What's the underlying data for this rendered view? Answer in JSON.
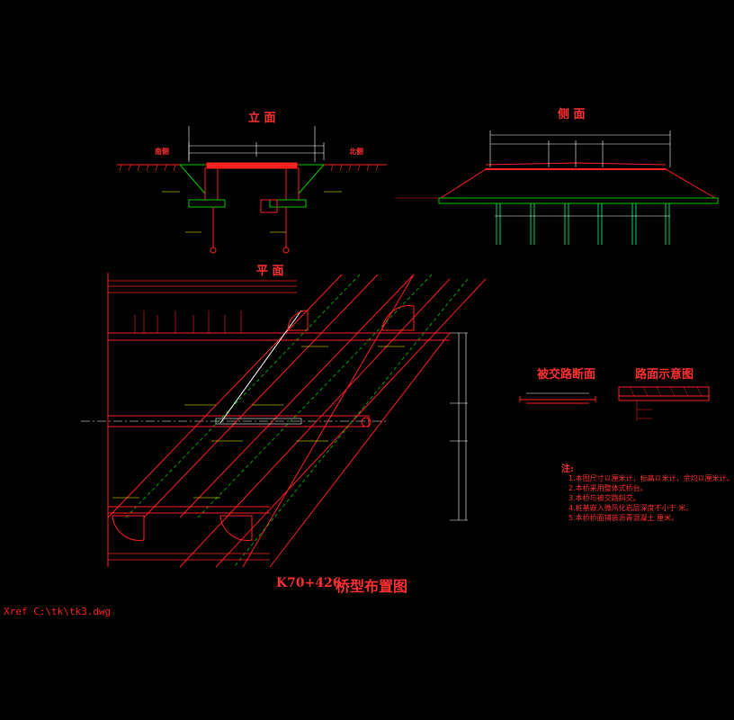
{
  "views": {
    "elevation": "立 面",
    "side": "侧 面",
    "plan": "平 面",
    "cross_road": "被交路断面",
    "pavement": "路面示意图"
  },
  "main_title": {
    "station": "K70+426",
    "name": "桥型布置图"
  },
  "notes": {
    "heading": "注:",
    "lines": [
      "1.本图尺寸以厘米计，标高以米计，余均以厘米计。",
      "2.本桥采用整体式桥台。",
      "3.本桥与被交路斜交。",
      "4.桩基嵌入微风化岩层深度不小于   米。",
      "5.本桥桥面铺装沥青混凝土   厘米。"
    ]
  },
  "elevation_labels": {
    "left_side": "南侧",
    "right_side": "北侧"
  },
  "xref": "Xref C:\\tk\\tk3.dwg",
  "colors": {
    "line": "#ff2020",
    "dim": "#ffffff",
    "ground": "#00c800",
    "accent": "#ffff00",
    "pile": "#00ff80"
  }
}
